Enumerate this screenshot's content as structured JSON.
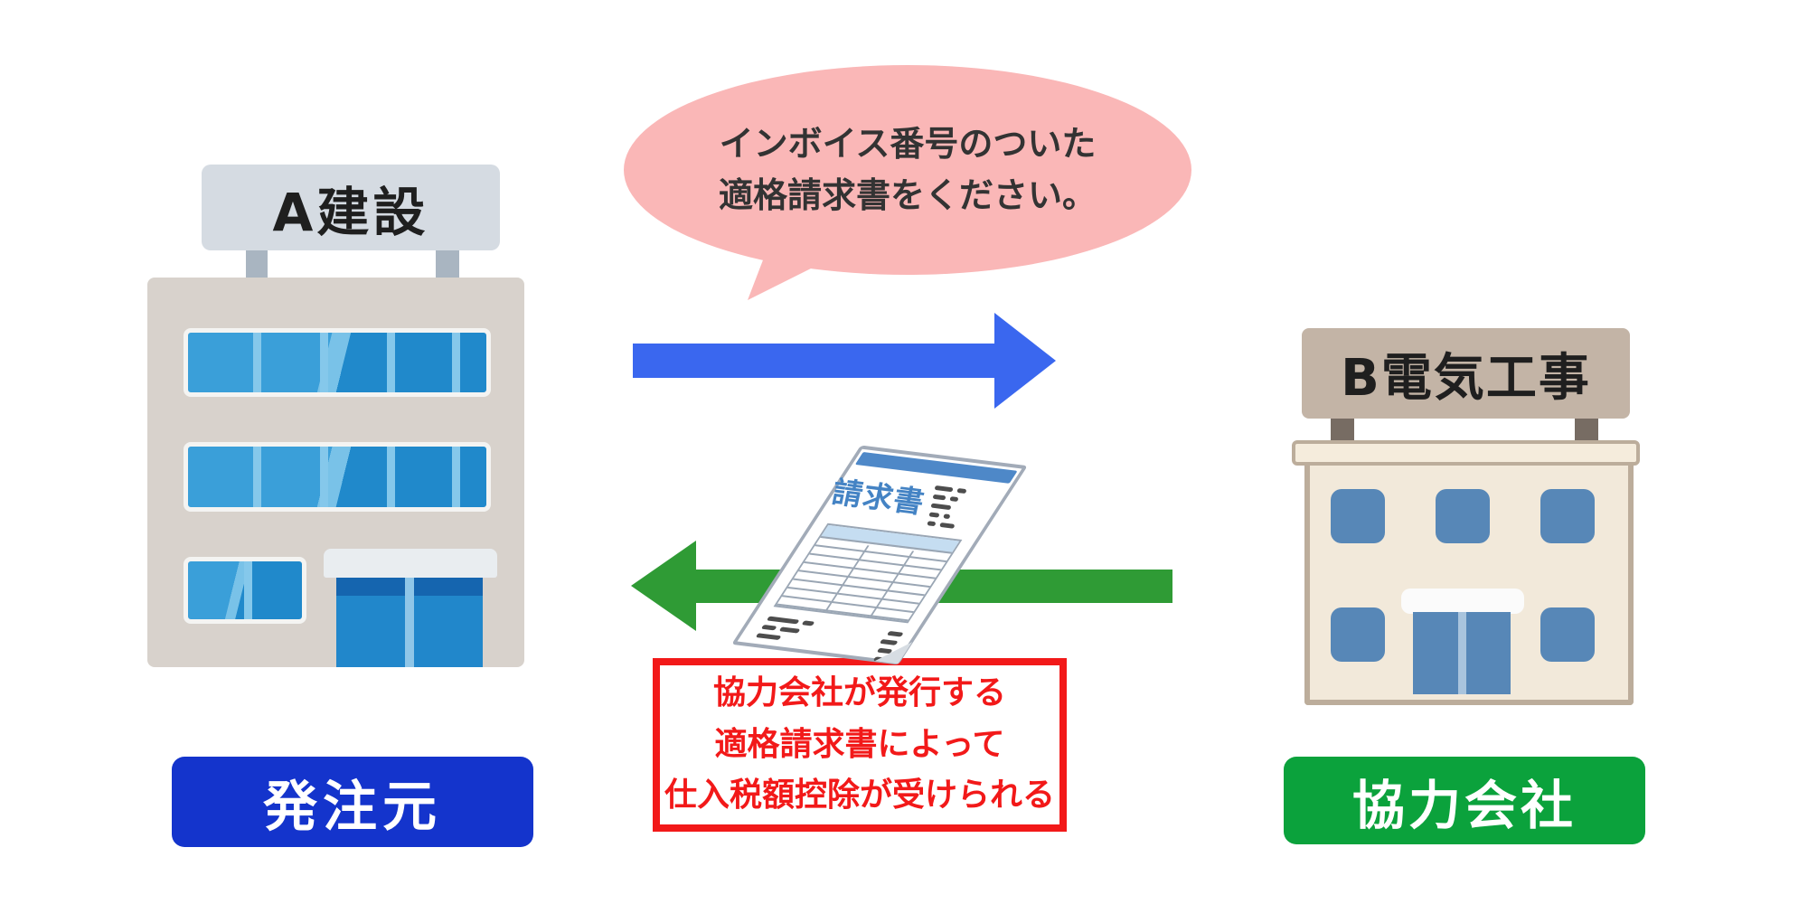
{
  "bubble": {
    "line1": "インボイス番号のついた",
    "line2": "適格請求書をください。"
  },
  "left_building": {
    "sign": "A建設",
    "label": "発注元"
  },
  "right_building": {
    "sign": "B電気工事",
    "label": "協力会社"
  },
  "invoice": {
    "title": "請求書"
  },
  "note": {
    "line1": "協力会社が発行する",
    "line2": "適格請求書によって",
    "line3": "仕入税額控除が受けられる"
  },
  "colors": {
    "bubble_pink": "#FAB7B7",
    "blue_arrow": "#3A67EF",
    "green_arrow": "#2F9B35",
    "blue_label": "#1434CC",
    "green_label": "#0BA23C",
    "note_red": "#F21919",
    "text_dark": "#333333"
  }
}
